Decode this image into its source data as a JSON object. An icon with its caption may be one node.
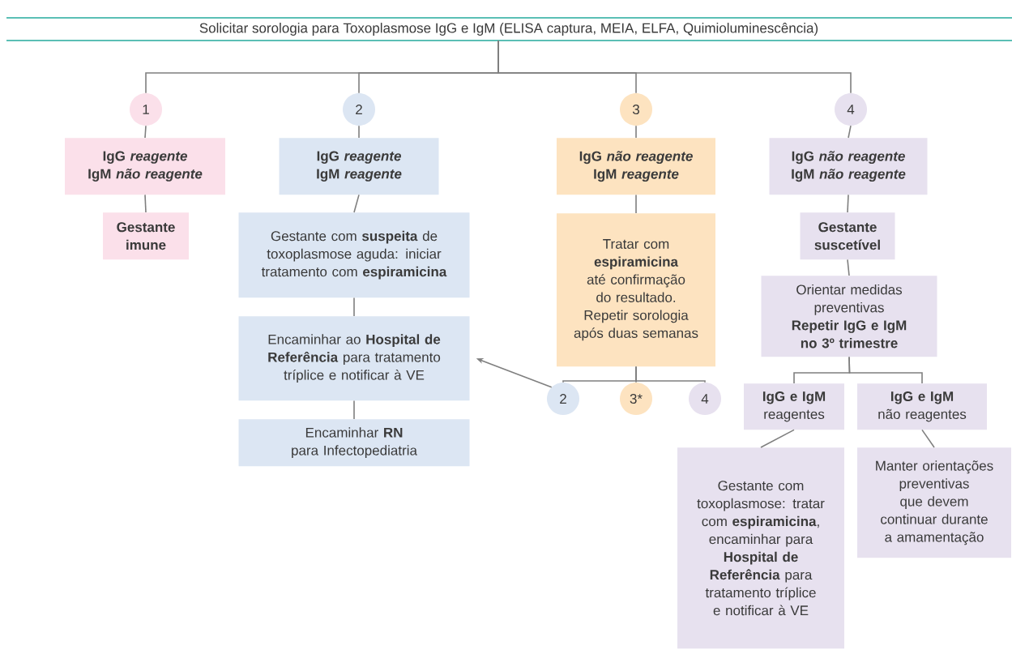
{
  "diagram": {
    "nodes": [
      {
        "text": [
          "Solicitar sorologia para Toxoplasmose IgG e IgM (ELISA captura, MEIA, ELFA, Quimioluminescência)"
        ]
      },
      {
        "text": [
          "1"
        ]
      },
      {
        "text": [
          "2"
        ]
      },
      {
        "text": [
          "3"
        ]
      },
      {
        "text": [
          "4"
        ]
      },
      {
        "text": [
          "IgG *reagente*",
          "IgM *não reagente*"
        ]
      },
      {
        "text": [
          "Gestante imune"
        ]
      },
      {
        "text": [
          "IgG *reagente*",
          "IgM *reagente*"
        ]
      },
      {
        "text": [
          "Gestante com **suspeita** de toxoplasmose aguda: iniciar tratamento com **espiramicina**"
        ]
      },
      {
        "text": [
          "Encaminhar ao **Hospital de Referência** para tratamento tríplice e notificar à VE"
        ]
      },
      {
        "text": [
          "Encaminhar **RN** para Infectopediatria"
        ]
      },
      {
        "text": [
          "IgG *não reagente*",
          "IgM *reagente*"
        ]
      },
      {
        "text": [
          "Tratar com **espiramicina** até confirmação do resultado.",
          "Repetir sorologia após duas semanas"
        ]
      },
      {
        "text": [
          "2"
        ]
      },
      {
        "text": [
          "3*"
        ]
      },
      {
        "text": [
          "4"
        ]
      },
      {
        "text": [
          "IgG *não reagente*",
          "IgM *não reagente*"
        ]
      },
      {
        "text": [
          "Gestante suscetível"
        ]
      },
      {
        "text": [
          "Orientar medidas preventivas",
          "Repetir IgG e IgM no 3º trimestre"
        ]
      },
      {
        "text": [
          "IgG e IgM",
          "reagentes"
        ]
      },
      {
        "text": [
          "IgG e IgM",
          "não reagentes"
        ]
      },
      {
        "text": [
          "Gestante com toxoplasmose: tratar com **espiramicina**, encaminhar para **Hospital de Referência** para tratamento tríplice e notificar à VE"
        ]
      },
      {
        "text": [
          "Manter orientações preventivas que devem continuar durante a amamentação"
        ]
      }
    ],
    "edges": [
      {
        "from": 0,
        "to": 1,
        "arrow": "none"
      },
      {
        "from": 0,
        "to": 2,
        "arrow": "none"
      },
      {
        "from": 0,
        "to": 3,
        "arrow": "none"
      },
      {
        "from": 0,
        "to": 4,
        "arrow": "none"
      },
      {
        "from": 1,
        "to": 5,
        "arrow": "none"
      },
      {
        "from": 5,
        "to": 6,
        "arrow": "none"
      },
      {
        "from": 2,
        "to": 7,
        "arrow": "none"
      },
      {
        "from": 7,
        "to": 8,
        "arrow": "none"
      },
      {
        "from": 8,
        "to": 9,
        "arrow": "none"
      },
      {
        "from": 9,
        "to": 10,
        "arrow": "none"
      },
      {
        "from": 3,
        "to": 11,
        "arrow": "none"
      },
      {
        "from": 11,
        "to": 12,
        "arrow": "none"
      },
      {
        "from": 12,
        "to": 13,
        "arrow": "none"
      },
      {
        "from": 12,
        "to": 14,
        "arrow": "none"
      },
      {
        "from": 12,
        "to": 15,
        "arrow": "none"
      },
      {
        "from": 13,
        "to": 9,
        "arrow": "to"
      },
      {
        "from": 4,
        "to": 16,
        "arrow": "none"
      },
      {
        "from": 16,
        "to": 17,
        "arrow": "none"
      },
      {
        "from": 17,
        "to": 18,
        "arrow": "none"
      },
      {
        "from": 18,
        "to": 19,
        "arrow": "none"
      },
      {
        "from": 18,
        "to": 20,
        "arrow": "none"
      },
      {
        "from": 19,
        "to": 21,
        "arrow": "none"
      },
      {
        "from": 20,
        "to": 22,
        "arrow": "none"
      }
    ]
  }
}
